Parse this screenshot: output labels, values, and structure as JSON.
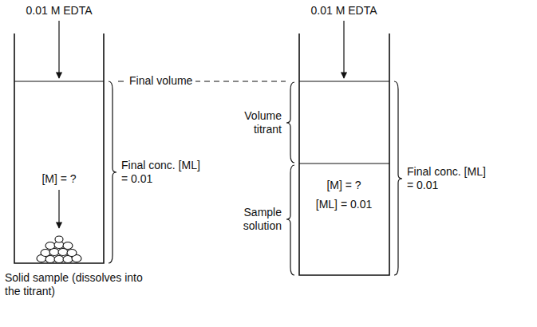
{
  "diagram": {
    "nodes": [
      {
        "text": [
          "[M] = ?"
        ]
      },
      {
        "text": [
          "[M] = ?",
          "[ML] = 0.01"
        ]
      }
    ],
    "labels": [
      "0.01 M EDTA",
      "0.01 M EDTA",
      "Final volume",
      "Final conc. [ML] = 0.01",
      "Final conc. [ML] = 0.01",
      "Volume titrant",
      "Sample solution",
      "Solid sample (dissolves into the titrant)"
    ]
  }
}
